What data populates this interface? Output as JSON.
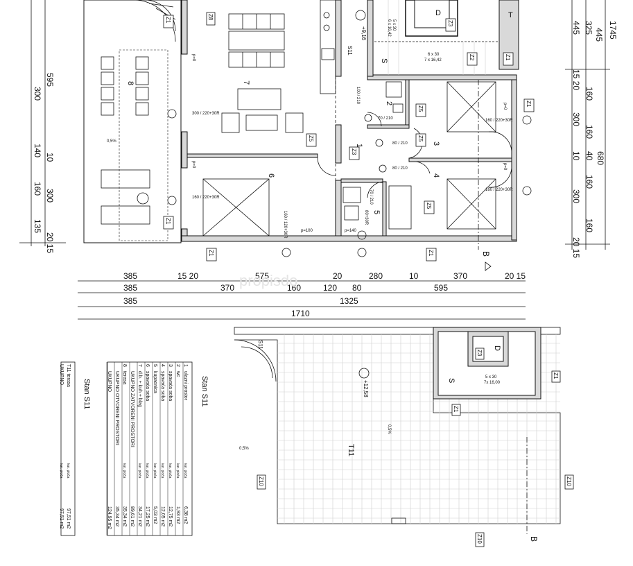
{
  "drawing": {
    "watermark": "propisdo",
    "elev_top": "+9,16",
    "elev_roof": "+12,58",
    "section_mark": "B",
    "apartment_code": "S11",
    "stair_tag": "S11",
    "upper_stair_code": "S",
    "upper_stair_d": "D",
    "slope_left": "0,5%",
    "slope_right": "0,5%",
    "terrace_label": "T11",
    "top_stair_count_1": "5 x 30",
    "top_stair_count_2": "6 x 16,42",
    "top_stair_count_3": "6 x 30",
    "top_stair_count_4": "7 x 16,42",
    "upper_stair_count_1": "5 x 30",
    "upper_stair_count_2": "7x 16,00"
  },
  "rooms": [
    {
      "num": "1",
      "name": "ulazni prostor"
    },
    {
      "num": "2",
      "name": "wc"
    },
    {
      "num": "3",
      "name": "spavaća soba"
    },
    {
      "num": "4",
      "name": "spavaća soba"
    },
    {
      "num": "5",
      "name": "kupaonica"
    },
    {
      "num": "6",
      "name": "spavaća soba"
    },
    {
      "num": "7",
      "name": "d.b. + kuh + blag"
    },
    {
      "num": "8",
      "name": "terasa"
    }
  ],
  "openings": {
    "door_100_210": "100 / 210",
    "door_70_210": "70 / 210",
    "door_80_210_a": "80 / 210",
    "door_80_210_b": "80 / 210",
    "door_70_210_b": "70 / 210",
    "win_300": "300 / 220+30R",
    "win_160_left": "160 / 220+30R",
    "win_160_right_a": "160 / 220+30R",
    "win_160_right_b": "160 / 220+30R",
    "win_160_bath": "160 / 120+30R",
    "win_bath_80": "80+30R",
    "parapet_100": "p=100",
    "parapet_140": "p=140",
    "parapet_0_a": "p=0",
    "parapet_0_b": "p=0",
    "parapet_0_c": "p=0",
    "parapet_0_d": "p=0"
  },
  "tags": {
    "z1": "Z1",
    "z2": "Z2",
    "z3": "Z3",
    "z5": "Z5",
    "z8": "Z8",
    "z10": "Z10",
    "t": "T"
  },
  "dims_right": {
    "a1745": "1745",
    "a445": "445",
    "a325": "325",
    "a445b": "445",
    "b1520": "15 20",
    "b160": "160",
    "b300": "300",
    "b160b": "160",
    "b40": "40",
    "b10": "10",
    "b680": "680",
    "b160c": "160",
    "b300b": "300",
    "b160d": "160",
    "b2015": "20 15"
  },
  "dims_left": {
    "d595": "595",
    "d300": "300",
    "d140": "140",
    "d10": "10",
    "d160": "160",
    "d300b": "300",
    "d135": "135",
    "d2015": "20 15"
  },
  "dims_bottom": {
    "row1": [
      "385",
      "15 20",
      "575",
      "20",
      "280",
      "10",
      "370",
      "20 15"
    ],
    "row2": [
      "385",
      "370",
      "160",
      "120",
      "80",
      "595"
    ],
    "row3": [
      "385",
      "1325"
    ],
    "row4": [
      "1710"
    ]
  },
  "area_table": {
    "title": "Stan S11",
    "unit": "m2",
    "floor_label": "kar. ploča",
    "rows": [
      {
        "num": "1",
        "name": "ulazni prostor",
        "area": "6,38 m2"
      },
      {
        "num": "2",
        "name": "wc",
        "area": "1,93 m2"
      },
      {
        "num": "3",
        "name": "spavaća soba",
        "area": "12,75 m2"
      },
      {
        "num": "4",
        "name": "spavaća soba",
        "area": "12,05 m2"
      },
      {
        "num": "5",
        "name": "kupaonica",
        "area": "5,03 m2"
      },
      {
        "num": "6",
        "name": "spavaća soba",
        "area": "17,25 m2"
      },
      {
        "num": "7",
        "name": "d.b. + kuh + blag",
        "area": "34,21 m2"
      }
    ],
    "closed_total_label": "UKUPNO ZATVORENI PROSTORI",
    "closed_total": "89,61 m2",
    "terrace_row": {
      "num": "8",
      "name": "terasa",
      "area": "35,34 m2"
    },
    "open_total_label": "UKUPNO OTVORENI PROSTORI",
    "open_total": "35,34 m2",
    "total_label": "UKUPNO",
    "total": "124,95 m2"
  },
  "terrace_table": {
    "rows": [
      {
        "num": "T11",
        "name": "terasa",
        "area": "97,51 m2"
      }
    ],
    "total_label": "UKUPNO",
    "total": "97,51 m2"
  }
}
